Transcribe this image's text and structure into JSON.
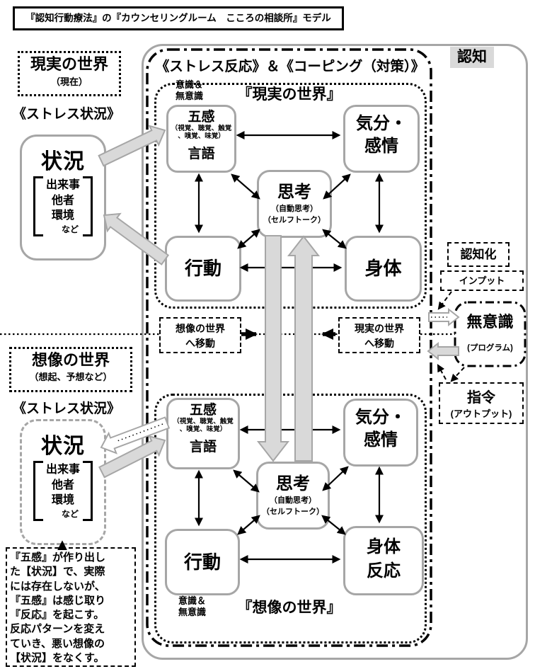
{
  "title": "『認知行動療法』の『カウンセリングルーム　こころの相談所』モデル",
  "left_top": {
    "world_label": "現実の世界",
    "world_sub": "（現在）",
    "stress_label": "《ストレス状況》",
    "situation": {
      "label": "状況",
      "item1": "出来事",
      "item2": "他者",
      "item3": "環境",
      "etc": "など"
    }
  },
  "left_bottom": {
    "world_label": "想像の世界",
    "world_sub": "（想起、予想など）",
    "stress_label": "《ストレス状況》",
    "situation": {
      "label": "状況",
      "item1": "出来事",
      "item2": "他者",
      "item3": "環境",
      "etc": "など"
    },
    "note": {
      "line1": "『五感』が作り出し",
      "line2": "た【状況】で、実際",
      "line3": "には存在しないが、",
      "line4": "『五感』は感じ取り",
      "line5": "『反応』を起こす。",
      "line6": "反応パターンを変え",
      "line7": "ていき、悪い想像の",
      "line8": "【状況】をなくす。"
    }
  },
  "main": {
    "header": "《ストレス反応》＆《コーピング（対策）》",
    "cognition_label": "認知",
    "real_world": {
      "consciousness1": "意識＆",
      "consciousness2": "無意識",
      "title": "『現実の世界』",
      "senses": {
        "title": "五感",
        "sub1": "（視覚、聴覚、触覚",
        "sub2": "、嗅覚、味覚）",
        "language": "言語"
      },
      "mood1": "気分・",
      "mood2": "感情",
      "thought": {
        "title": "思考",
        "sub1": "（自動思考）",
        "sub2": "（セルフトーク）"
      },
      "behavior": "行動",
      "body": "身体"
    },
    "move_left": {
      "line1": "想像の世界",
      "line2": "へ移動"
    },
    "move_right": {
      "line1": "現実の世界",
      "line2": "へ移動"
    },
    "imaginary_world": {
      "title": "『想像の世界』",
      "consciousness1": "意識＆",
      "consciousness2": "無意識",
      "senses": {
        "title": "五感",
        "sub1": "（視覚、聴覚、触覚",
        "sub2": "、嗅覚、味覚）",
        "language": "言語"
      },
      "mood1": "気分・",
      "mood2": "感情",
      "thought": {
        "title": "思考",
        "sub1": "（自動思考）",
        "sub2": "（セルフトーク）"
      },
      "behavior": "行動",
      "body1": "身体",
      "body2": "反応"
    }
  },
  "right_column": {
    "cognization": "認知化",
    "input": "インプット",
    "unconscious": "無意識",
    "unconscious_sub": "(プログラム)",
    "command": "指令",
    "command_sub": "(アウトプット)"
  },
  "colors": {
    "box_border": "#a6a6a6",
    "arrow_fill": "#d9d9d9",
    "highlight_bg": "#d9d9d9"
  }
}
